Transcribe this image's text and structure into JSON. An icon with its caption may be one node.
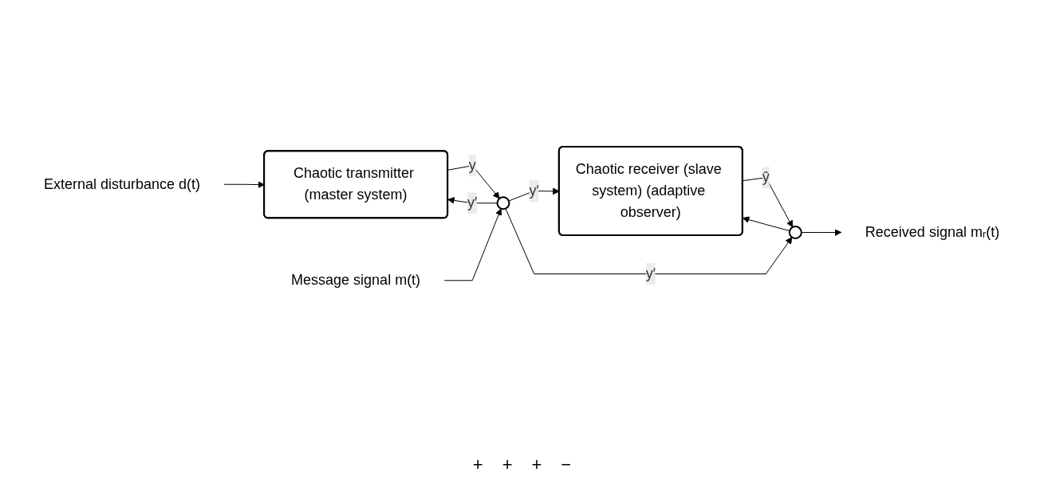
{
  "diagram": {
    "nodes": [
      {
        "text": [
          "Chaotic transmitter (master system)"
        ]
      },
      {
        "text": [],
        "shape": "circle"
      },
      {
        "text": [
          "Chaotic receiver (slave system) (adaptive observer)"
        ]
      },
      {
        "text": [],
        "shape": "circle"
      },
      {
        "text": [
          "External disturbance d(t)"
        ]
      },
      {
        "text": [
          "Message signal m(t)"
        ]
      },
      {
        "text": [
          "Received signal mᵣ(t)"
        ]
      }
    ],
    "edges": [
      {
        "from": 4,
        "to": 0,
        "arrow": "to"
      },
      {
        "from": 0,
        "to": 1,
        "arrow": "to",
        "label": "y"
      },
      {
        "from": 5,
        "to": 1,
        "arrow": "to"
      },
      {
        "from": 1,
        "to": 0,
        "arrow": "to",
        "label": "y′"
      },
      {
        "from": 1,
        "to": 2,
        "arrow": "to",
        "label": "y′"
      },
      {
        "from": 1,
        "to": 3,
        "arrow": "to",
        "label": "y′"
      },
      {
        "from": 2,
        "to": 3,
        "arrow": "to",
        "label": "ŷ"
      },
      {
        "from": 3,
        "to": 2,
        "arrow": "to"
      },
      {
        "from": 3,
        "to": 6,
        "arrow": "to"
      }
    ],
    "labels": [
      "+",
      "+",
      "+",
      "−"
    ]
  }
}
